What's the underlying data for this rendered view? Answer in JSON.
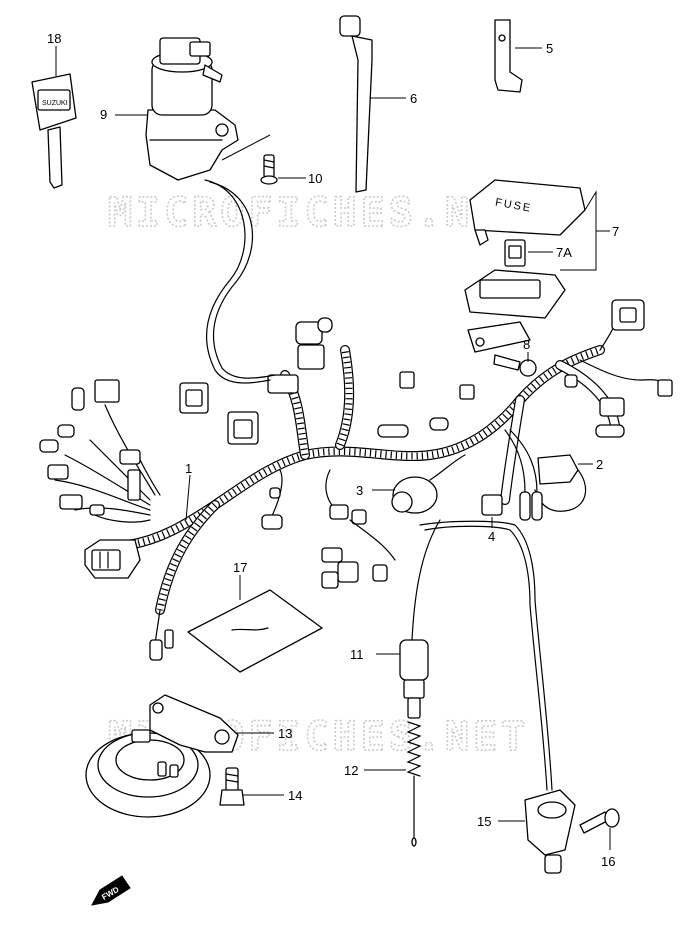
{
  "watermark": "MICROFICHES.NET",
  "labels": {
    "p1": "1",
    "p2": "2",
    "p3": "3",
    "p4": "4",
    "p5": "5",
    "p6": "6",
    "p7": "7",
    "p7a": "7A",
    "p8": "8",
    "p9": "9",
    "p10": "10",
    "p11": "11",
    "p12": "12",
    "p13": "13",
    "p14": "14",
    "p15": "15",
    "p16": "16",
    "p17": "17",
    "p18": "18"
  },
  "fuse_box_text": "FUSE",
  "key_brand": "SUZUKI",
  "direction_marker": "FWD",
  "colors": {
    "ink": "#000000",
    "watermark": "#c9c9c9",
    "background": "#ffffff"
  }
}
